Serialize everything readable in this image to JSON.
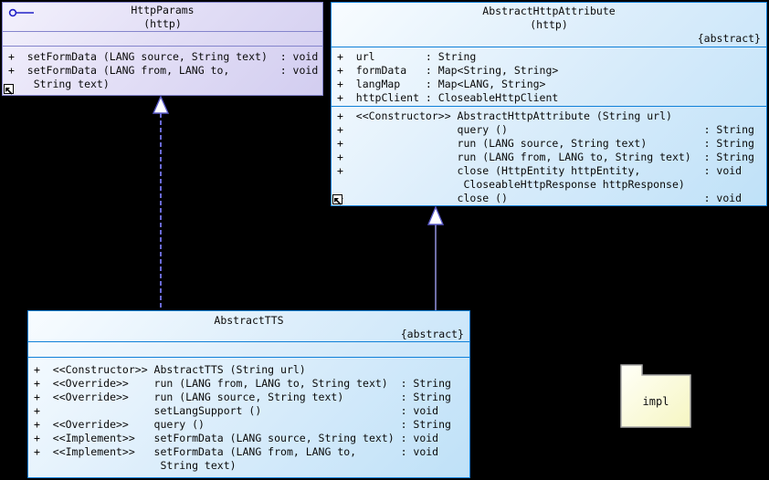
{
  "colors": {
    "background": "#000000",
    "blue_border": "#1080d8",
    "blue_fill": "#bfe1f8",
    "purple_border": "#8484cc",
    "purple_fill": "#d2cdf0",
    "connector_dashed": "#6a6ad8",
    "connector_solid": "#9292e0",
    "arrowhead_stroke": "#5a5ac8",
    "arrowhead_fill": "#ffffff",
    "interface_icon": "#2222c8",
    "package_border": "#a8a8a8",
    "package_fill_light": "#fffff8",
    "package_fill_dark": "#f6f6c2"
  },
  "classes": {
    "http_params": {
      "title": "HttpParams",
      "namespace": "(http)",
      "operations": [
        "+  setFormData (LANG source, String text)  : void",
        "+  setFormData (LANG from, LANG to,        : void",
        "    String text)"
      ]
    },
    "abstract_http_attribute": {
      "title": "AbstractHttpAttribute",
      "namespace": "(http)",
      "modifier": "{abstract}",
      "attributes": [
        "+  url        : String",
        "+  formData   : Map<String, String>",
        "+  langMap    : Map<LANG, String>",
        "+  httpClient : CloseableHttpClient"
      ],
      "operations": [
        "+  <<Constructor>> AbstractHttpAttribute (String url)",
        "+                  query ()                               : String",
        "+                  run (LANG source, String text)         : String",
        "+                  run (LANG from, LANG to, String text)  : String",
        "+                  close (HttpEntity httpEntity,          : void",
        "                    CloseableHttpResponse httpResponse)",
        "+                  close ()                               : void"
      ]
    },
    "abstract_tts": {
      "title": "AbstractTTS",
      "modifier": "{abstract}",
      "operations": [
        "+  <<Constructor>> AbstractTTS (String url)",
        "+  <<Override>>    run (LANG from, LANG to, String text)  : String",
        "+  <<Override>>    run (LANG source, String text)         : String",
        "+                  setLangSupport ()                      : void",
        "+  <<Override>>    query ()                               : String",
        "+  <<Implement>>   setFormData (LANG source, String text) : void",
        "+  <<Implement>>   setFormData (LANG from, LANG to,       : void",
        "                    String text)"
      ]
    }
  },
  "package": {
    "name": "impl"
  },
  "relationships": {
    "realization": {
      "style": "dashed-hollow-triangle",
      "from": "AbstractTTS",
      "to": "HttpParams"
    },
    "generalization": {
      "style": "solid-hollow-triangle",
      "from": "AbstractTTS",
      "to": "AbstractHttpAttribute"
    }
  }
}
